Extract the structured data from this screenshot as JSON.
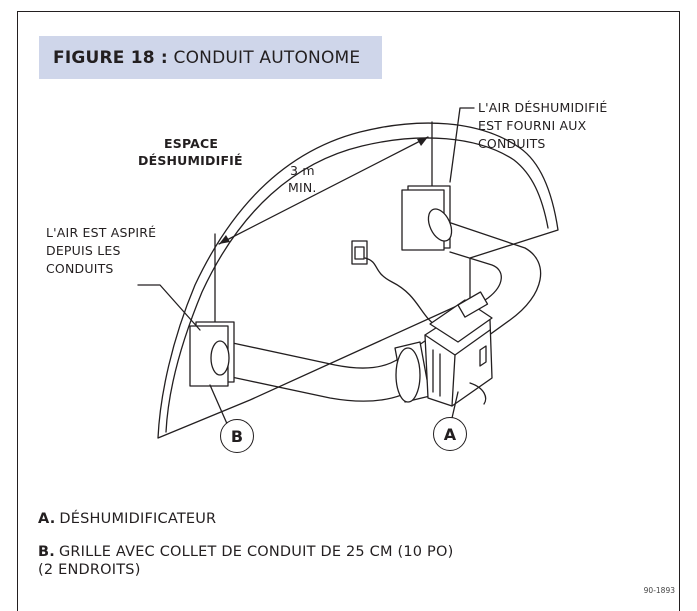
{
  "figure": {
    "number": "FIGURE 18 :",
    "title": "CONDUIT AUTONOME"
  },
  "labels": {
    "space_line1": "ESPACE",
    "space_line2": "DÉSHUMIDIFIÉ",
    "distance_line1": "3 m",
    "distance_line2": "MIN.",
    "supply_line1": "L'AIR DÉSHUMIDIFIÉ",
    "supply_line2": "EST FOURNI AUX",
    "supply_line3": "CONDUITS",
    "return_line1": "L'AIR EST ASPIRÉ",
    "return_line2": "DEPUIS LES",
    "return_line3": "CONDUITS"
  },
  "callouts": {
    "a": "A",
    "b": "B"
  },
  "legend": [
    {
      "key": "A.",
      "text": "DÉSHUMIDIFICATEUR",
      "text2": ""
    },
    {
      "key": "B.",
      "text": "GRILLE AVEC COLLET DE CONDUIT DE 25 CM (10 PO)",
      "text2": "(2 ENDROITS)"
    }
  ],
  "doc_code": "90-1893",
  "colors": {
    "title_band": "#cfd6ea",
    "ink": "#231f20"
  }
}
